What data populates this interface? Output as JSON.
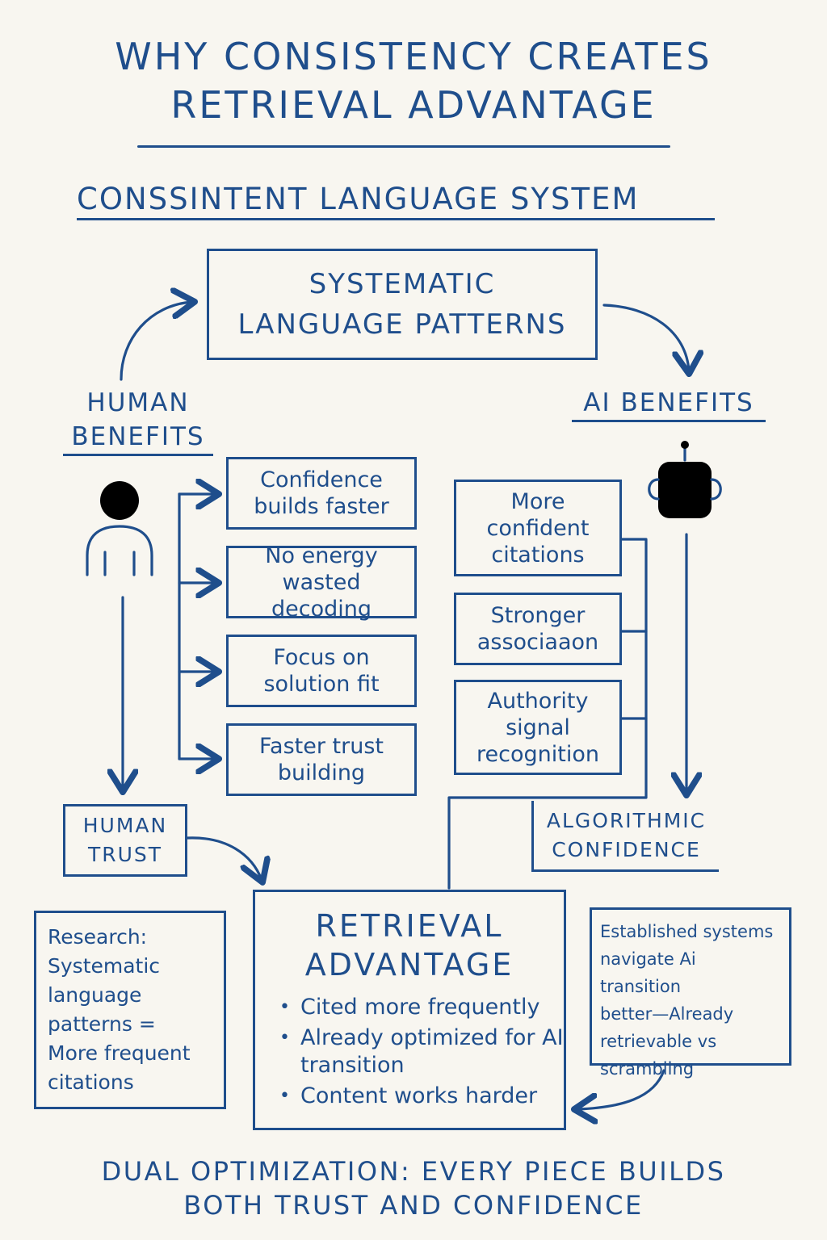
{
  "title": {
    "line1": "WHY CONSISTENCY CREATES",
    "line2": "RETRIEVAL ADVANTAGE"
  },
  "section_heading": "CONSSINTENT LANGUAGE SYSTEM",
  "center_box": {
    "line1": "SYSTEMATIC",
    "line2": "LANGUAGE PATTERNS"
  },
  "human": {
    "heading_line1": "HUMAN",
    "heading_line2": "BENEFITS",
    "cards": [
      [
        "Confidence",
        "builds faster"
      ],
      [
        "No energy",
        "wasted decoding"
      ],
      [
        "Focus on",
        "solution fit"
      ],
      [
        "Faster trust",
        "building"
      ]
    ],
    "trust_line1": "HUMAN",
    "trust_line2": "TRUST"
  },
  "ai": {
    "heading": "AI BENEFITS",
    "cards": [
      [
        "More",
        "confident",
        "citations"
      ],
      [
        "Stronger",
        "associaaon"
      ],
      [
        "Authority",
        "signal",
        "recognition"
      ]
    ],
    "confidence_line1": "ALGORITHMIC",
    "confidence_line2": "CONFIDENCE"
  },
  "retrieval": {
    "title_line1": "RETRIEVAL",
    "title_line2": "ADVANTAGE",
    "bullets": [
      "Cited more frequently",
      "Already optimized for AI transition",
      "Content works harder"
    ]
  },
  "research_note": {
    "lines": [
      "Research:",
      "Systematic",
      "language",
      "patterns =",
      "More frequent",
      "citations"
    ]
  },
  "established_note": {
    "lines": [
      "Established systems",
      "navigate Ai transition",
      "better—Already",
      "retrievable vs",
      "scrambling"
    ]
  },
  "footer": {
    "line1": "DUAL OPTIMIZATION: EVERY PIECE BUILDS",
    "line2": "BOTH TRUST AND CONFIDENCE"
  },
  "colors": {
    "ink": "#1f4e8c",
    "paper": "#f8f6f0"
  },
  "icons": [
    "person-icon",
    "robot-icon"
  ]
}
